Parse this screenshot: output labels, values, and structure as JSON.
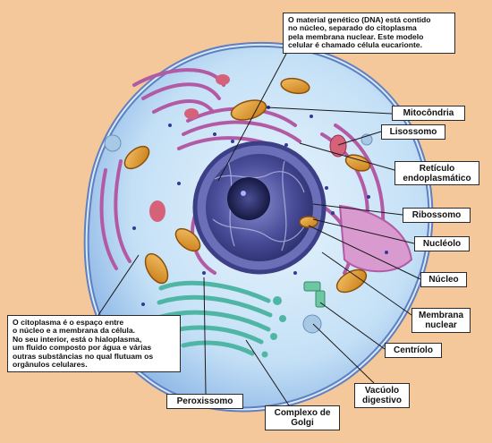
{
  "colors": {
    "background": "#f4c89a",
    "cell_membrane": "#5f7fc0",
    "cytoplasm": "#b9dbf4",
    "nucleus": "#3c3f86",
    "nucleolus": "#1c1f55",
    "endoplasmic_reticulum": "#b35aa4",
    "golgi": "#4fb6a6",
    "mitochondria": "#d9901e",
    "lysosome": "#d6627a",
    "vesicle": "#d98a3a"
  },
  "notes": {
    "dna": {
      "lines": [
        "O material genético (DNA) está contido",
        "no núcleo, separado do citoplasma",
        "pela membrana nuclear. Este modelo",
        "celular é chamado célula eucarionte."
      ]
    },
    "citoplasma": {
      "lines": [
        "O citoplasma é o espaço entre",
        "o núcleo e a membrana da célula.",
        "No seu interior, está o hialoplasma,",
        "um fluido composto por água e várias",
        "outras substâncias no qual flutuam os",
        "orgânulos celulares."
      ]
    }
  },
  "labels": {
    "mitocondria": {
      "lines": [
        "Mitocôndria"
      ]
    },
    "lisossomo": {
      "lines": [
        "Lisossomo"
      ]
    },
    "reticulo": {
      "lines": [
        "Retículo",
        "endoplasmático"
      ]
    },
    "ribossomo": {
      "lines": [
        "Ribossomo"
      ]
    },
    "nucleolo": {
      "lines": [
        "Nucléolo"
      ]
    },
    "nucleo": {
      "lines": [
        "Núcleo"
      ]
    },
    "membrana": {
      "lines": [
        "Membrana",
        "nuclear"
      ]
    },
    "centriolo": {
      "lines": [
        "Centríolo"
      ]
    },
    "vacuolo": {
      "lines": [
        "Vacúolo",
        "digestivo"
      ]
    },
    "golgi": {
      "lines": [
        "Complexo de",
        "Golgi"
      ]
    },
    "peroxissomo": {
      "lines": [
        "Peroxissomo"
      ]
    }
  }
}
